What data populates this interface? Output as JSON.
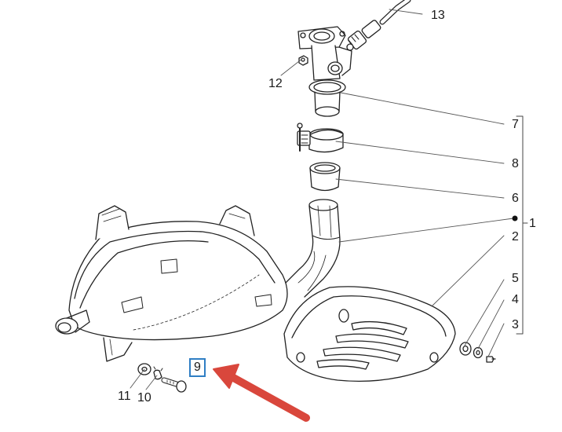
{
  "diagram": {
    "part_labels": {
      "p1": "1",
      "p2": "2",
      "p3": "3",
      "p4": "4",
      "p5": "5",
      "p6": "6",
      "p7": "7",
      "p8": "8",
      "p9": "9",
      "p10": "10",
      "p11": "11",
      "p12": "12",
      "p13": "13"
    },
    "highlighted_part": "9",
    "colors": {
      "line": "#222222",
      "highlight_box": "#2f7ec4",
      "arrow": "#d9473c",
      "shade": "#e9e9e9"
    }
  }
}
